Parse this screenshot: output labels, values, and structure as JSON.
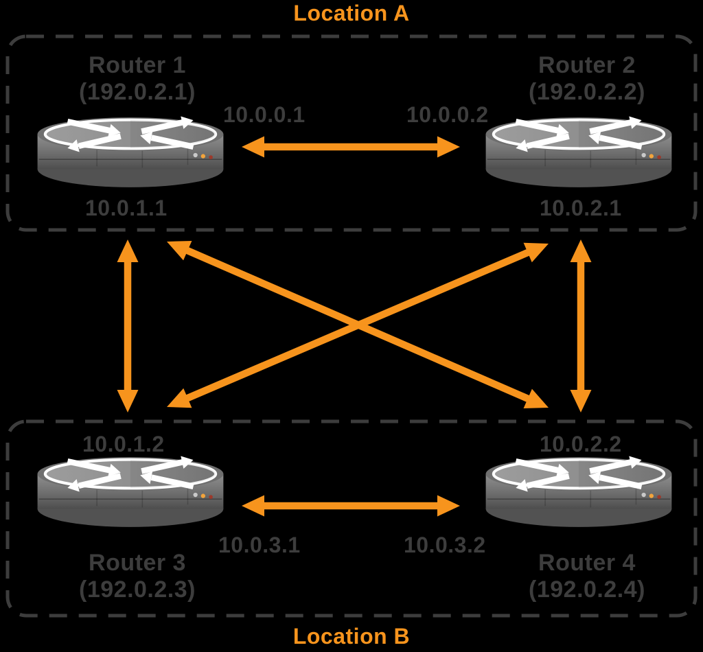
{
  "locations": [
    {
      "label": "Location A"
    },
    {
      "label": "Location B"
    }
  ],
  "routers": [
    {
      "name": "Router 1",
      "mgmt_ip": "(192.0.2.1)",
      "location": "Location A"
    },
    {
      "name": "Router 2",
      "mgmt_ip": "(192.0.2.2)",
      "location": "Location A"
    },
    {
      "name": "Router 3",
      "mgmt_ip": "(192.0.2.3)",
      "location": "Location B"
    },
    {
      "name": "Router 4",
      "mgmt_ip": "(192.0.2.4)",
      "location": "Location B"
    }
  ],
  "interfaces": {
    "r1_to_r2": "10.0.0.1",
    "r2_to_r1": "10.0.0.2",
    "r1_to_r3": "10.0.1.1",
    "r3_to_r1": "10.0.1.2",
    "r2_to_r4": "10.0.2.1",
    "r4_to_r2": "10.0.2.2",
    "r3_to_r4": "10.0.3.1",
    "r4_to_r3": "10.0.3.2"
  },
  "links": [
    {
      "from": "Router 1",
      "to": "Router 2"
    },
    {
      "from": "Router 3",
      "to": "Router 4"
    },
    {
      "from": "Router 1",
      "to": "Router 3"
    },
    {
      "from": "Router 2",
      "to": "Router 4"
    },
    {
      "from": "Router 1",
      "to": "Router 4"
    },
    {
      "from": "Router 2",
      "to": "Router 3"
    }
  ],
  "colors": {
    "accent_orange": "#F7941D",
    "label_gray": "#3D3D3D",
    "background": "#000000",
    "router_body_gray": "#8A8A8A"
  },
  "icons": {
    "router": "router-icon"
  }
}
